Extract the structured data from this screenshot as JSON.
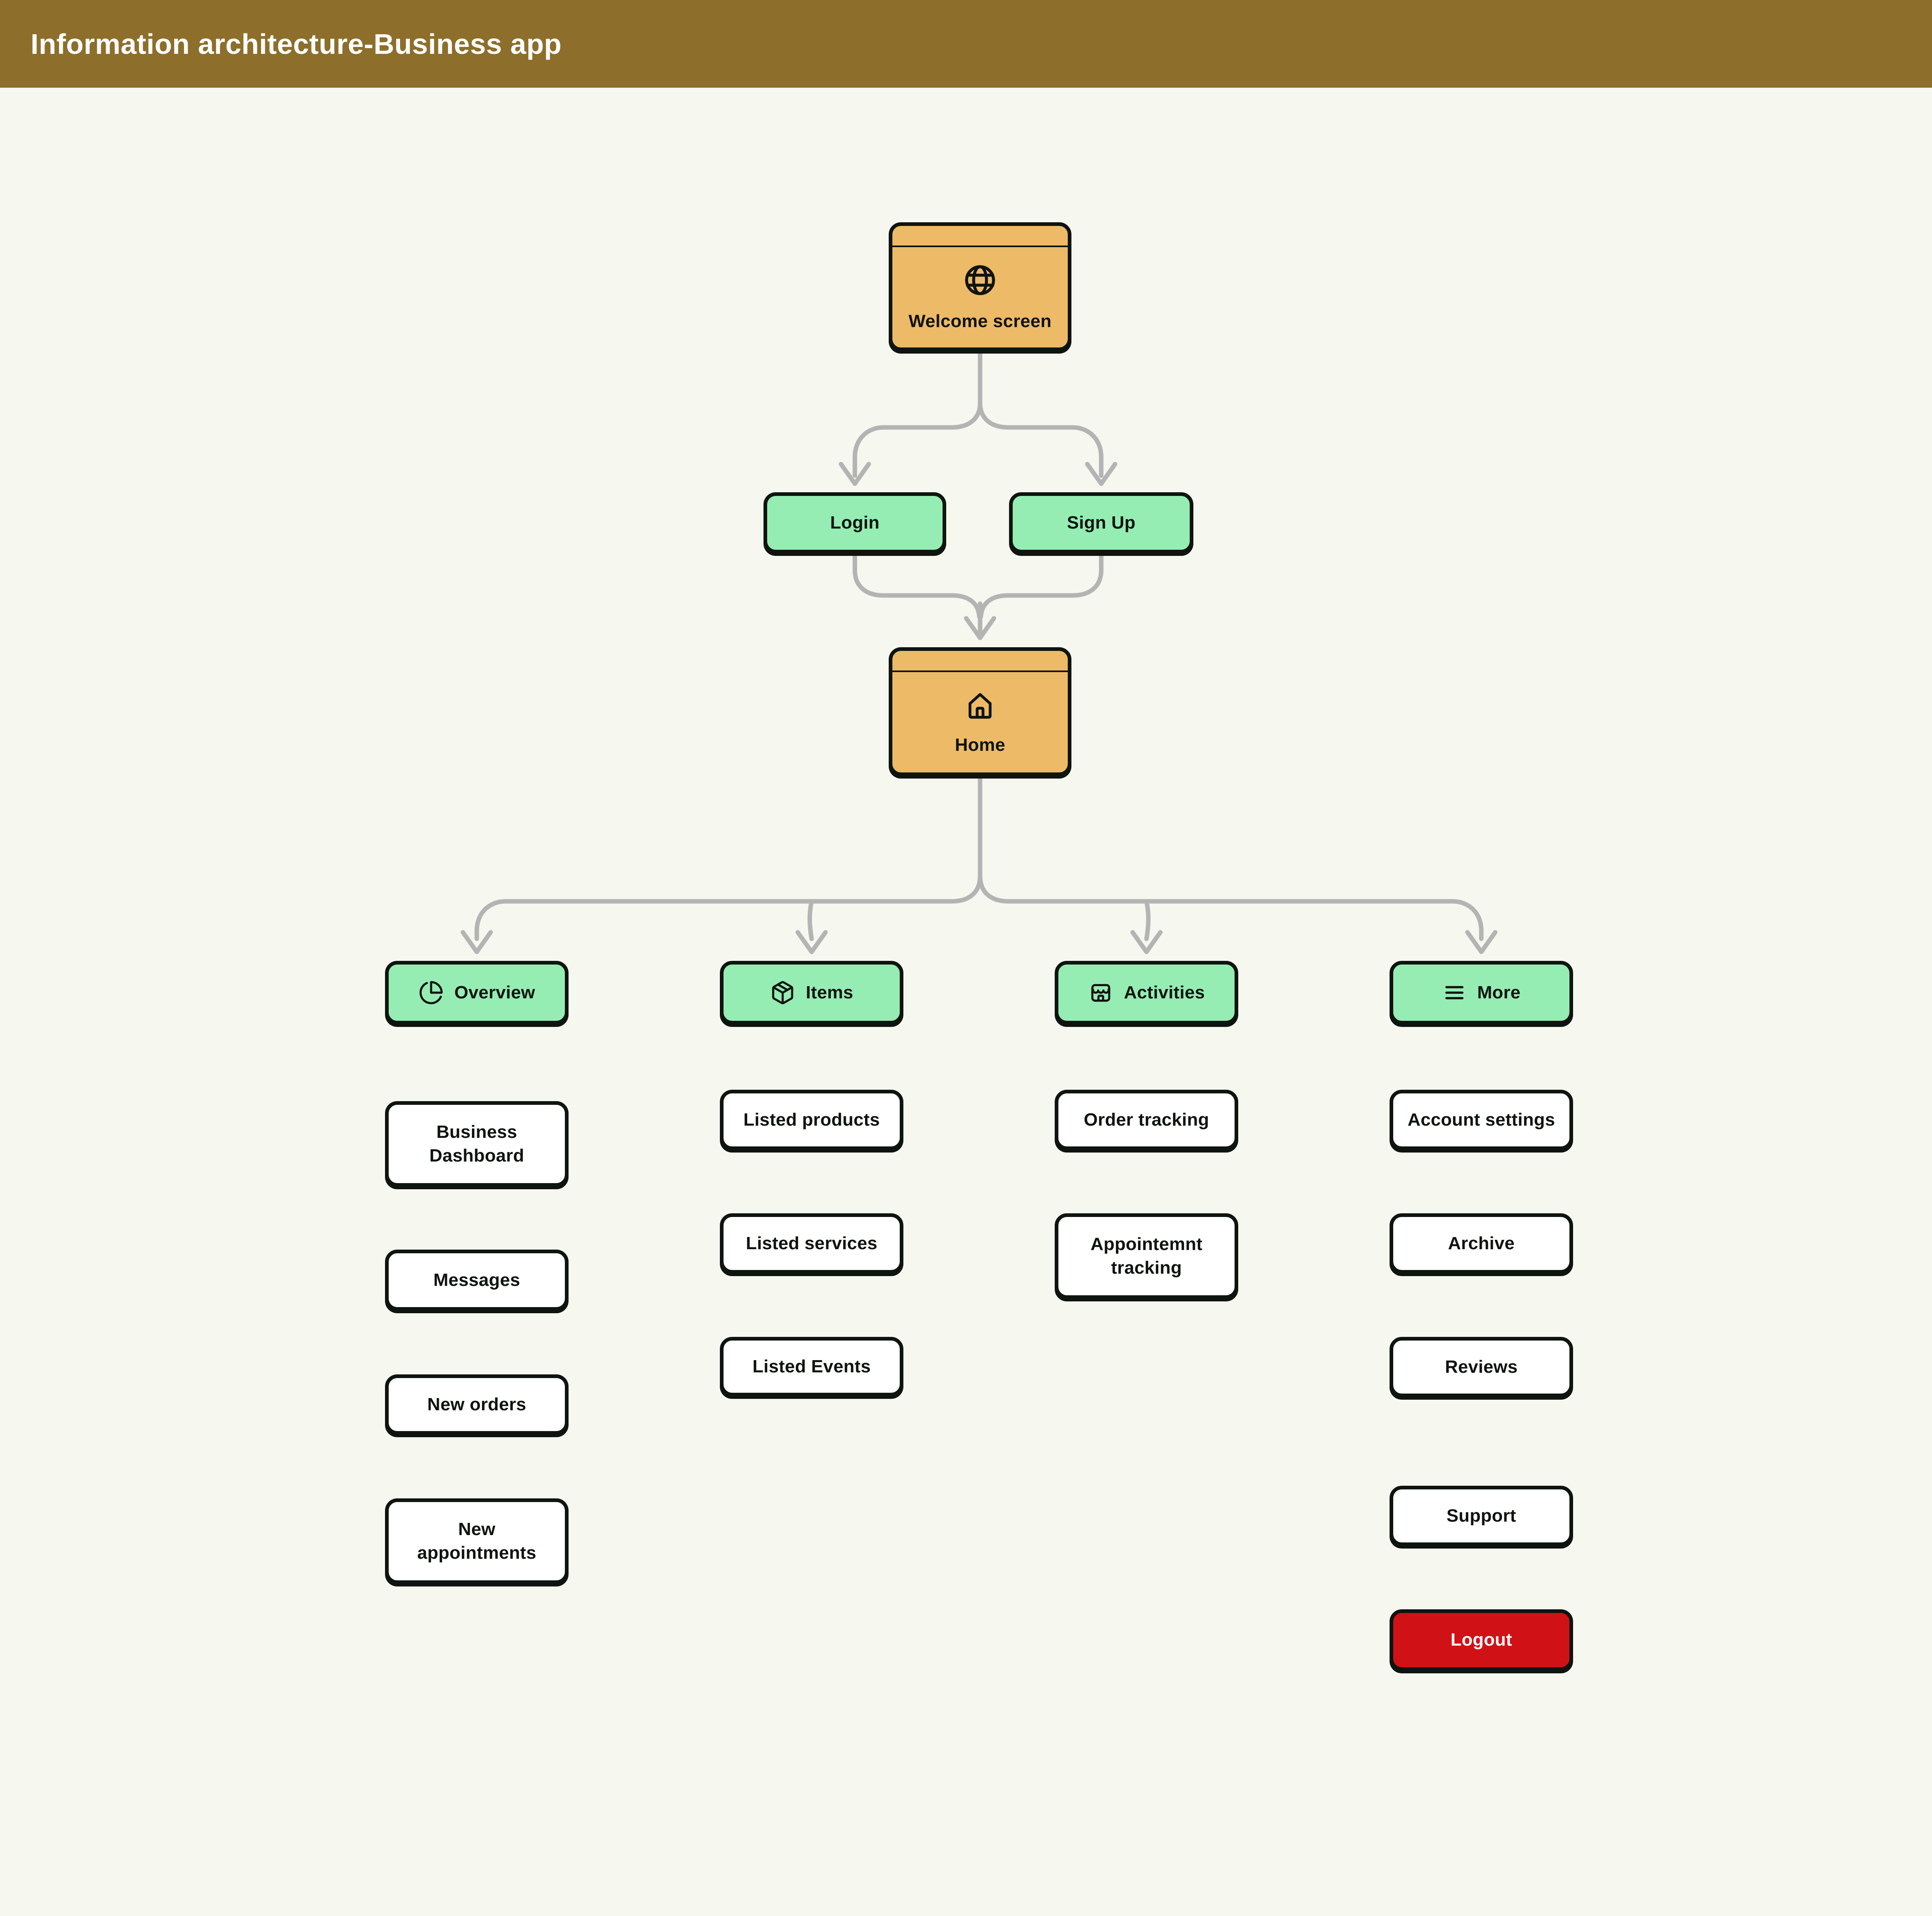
{
  "title_bar": {
    "title": "Information architecture-Business app"
  },
  "palette": {
    "titlebar_brown": "#8D6E2A",
    "background": "#F6F8F0",
    "card_orange": "#EDBA67",
    "node_green": "#96EDB4",
    "logout_red": "#D01217",
    "outline_black": "#0E140F",
    "connector_gray": "#B4B4B4",
    "box_white": "#FFFFFF"
  },
  "flow": {
    "welcome": {
      "label": "Welcome screen",
      "icon": "globe-icon"
    },
    "auth": [
      {
        "label": "Login"
      },
      {
        "label": "Sign Up"
      }
    ],
    "home": {
      "label": "Home",
      "icon": "home-icon"
    },
    "sections": [
      {
        "label": "Overview",
        "icon": "pie-chart-icon",
        "children": [
          {
            "label": "Business Dashboard"
          },
          {
            "label": "Messages"
          },
          {
            "label": "New orders"
          },
          {
            "label": "New appointments"
          }
        ]
      },
      {
        "label": "Items",
        "icon": "package-icon",
        "children": [
          {
            "label": "Listed products"
          },
          {
            "label": "Listed services"
          },
          {
            "label": "Listed Events"
          }
        ]
      },
      {
        "label": "Activities",
        "icon": "storefront-icon",
        "children": [
          {
            "label": "Order tracking"
          },
          {
            "label": "Appointemnt tracking"
          }
        ]
      },
      {
        "label": "More",
        "icon": "menu-icon",
        "children": [
          {
            "label": "Account settings"
          },
          {
            "label": "Archive"
          },
          {
            "label": "Reviews"
          },
          {
            "label": "Support"
          },
          {
            "label": "Logout",
            "variant": "danger"
          }
        ]
      }
    ]
  }
}
